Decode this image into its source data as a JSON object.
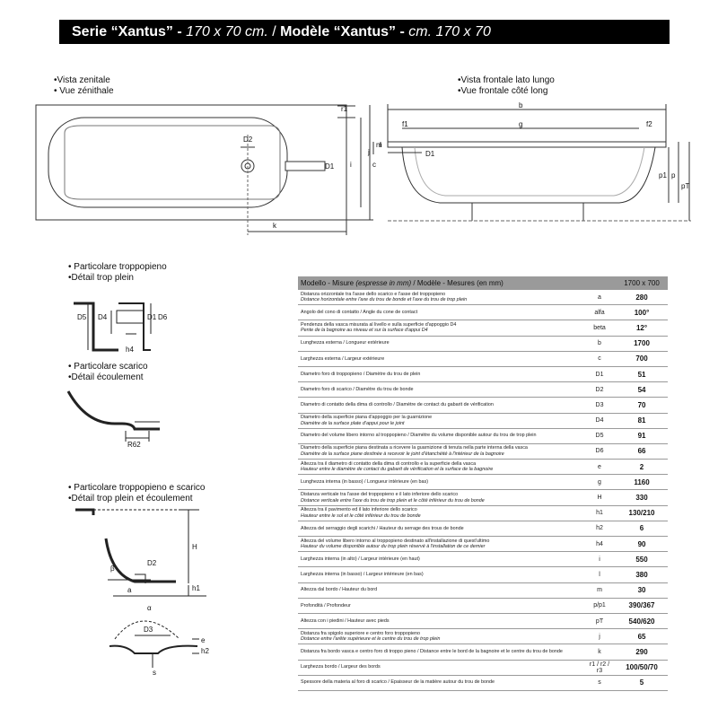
{
  "title": {
    "serie": "Serie “Xantus”",
    "sep1": " - ",
    "dim_it": "170 x 70 cm.",
    "slash": " / ",
    "modele": "Modèle “Xantus”",
    "sep2": " - ",
    "dim_fr": "cm. 170 x 70"
  },
  "views": {
    "top_it": "•Vista zenitale",
    "top_fr": "• Vue zénithale",
    "front_it": "•Vista frontale lato lungo",
    "front_fr": "•Vue frontale côté long"
  },
  "details": {
    "overflow_it": "• Particolare troppopieno",
    "overflow_fr": "•Détail trop plein",
    "drain_it": "• Particolare scarico",
    "drain_fr": "•Détail écoulement",
    "combo_it": "• Particolare troppopieno e scarico",
    "combo_fr": "•Détail trop plein et écoulement"
  },
  "drawing_labels": {
    "r1": "r1",
    "b": "b",
    "g": "g",
    "f1": "f1",
    "f2": "f2",
    "D2": "D2",
    "D1": "D1",
    "i": "i",
    "c": "c",
    "k": "k",
    "m": "m",
    "j": "j",
    "p1": "p1",
    "p": "p",
    "pT": "pT",
    "D5": "D5",
    "D4": "D4",
    "D6": "D6",
    "h4": "h4",
    "R62": "R62",
    "H": "H",
    "h1": "h1",
    "beta": "β",
    "a": "a",
    "alpha": "α",
    "D3": "D3",
    "e": "e",
    "h2": "h2",
    "s": "s"
  },
  "table": {
    "header_it": "Modello - Misure ",
    "header_it_i": "(espresse in mm)",
    "header_fr": " /  Modèle - Mesures (en mm)",
    "header_model": "1700 x 700",
    "rows": [
      {
        "it": "Distanza orizzontale tra l'asse dello scarico e l'asse del troppopieno",
        "fr": "Distance horizontale entre l'axe du trou de bonde et l'axe du trou de trop plein",
        "sym": "a",
        "val": "280"
      },
      {
        "it": "Angolo del cono di contatto / Angle du cone de contact",
        "fr": "",
        "sym": "alfa",
        "val": "100°"
      },
      {
        "it": "Pendenza della vasca misurata al livello e sulla superficie d'appoggio D4",
        "fr": "Pente de la bagnoire au niveau et sur la surface d'appui D4",
        "sym": "beta",
        "val": "12°"
      },
      {
        "it": "Lunghezza esterna / Longueur extérieure",
        "fr": "",
        "sym": "b",
        "val": "1700"
      },
      {
        "it": "Larghezza esterna / Largeur extérieure",
        "fr": "",
        "sym": "c",
        "val": "700"
      },
      {
        "it": "Diametro foro di troppopieno / Diamètre du trou de plein",
        "fr": "",
        "sym": "D1",
        "val": "51"
      },
      {
        "it": "Diametro foro di scarico / Diamètre du trou de bonde",
        "fr": "",
        "sym": "D2",
        "val": "54"
      },
      {
        "it": "Diametro di contatto della dima di controllo / Diamètre de contact du gabarit de vérification",
        "fr": "",
        "sym": "D3",
        "val": "70"
      },
      {
        "it": "Diametro della superficie piana d'appoggio per la guarnizione",
        "fr": "Diamètre de la surface plate d'appui pour le joint",
        "sym": "D4",
        "val": "81"
      },
      {
        "it": "Diametro del volume libero intorno al troppopieno / Diamètre du volume disponible autour du trou de trop plein",
        "fr": "",
        "sym": "D5",
        "val": "91"
      },
      {
        "it": "Diametro della superficie piana destinata a ricevere la guarnizione di tenuta nella parte interna della vasca",
        "fr": "Diamètre de la surface piane destinée à recevoir le joint d'étanchéité à l'intérieur de la bagnoire",
        "sym": "D6",
        "val": "66"
      },
      {
        "it": "Altezza tra il diametro di contatto della dima di controllo e la superficie della vasca",
        "fr": "Hauteur entre le diamètre de contact du gabarit de vérification et la surface de la bagnoire",
        "sym": "e",
        "val": "2"
      },
      {
        "it": "Lunghezza interna (in basso) / Longueur intérieure (en bas)",
        "fr": "",
        "sym": "g",
        "val": "1160"
      },
      {
        "it": "Distanza verticale tra l'asse del troppopieno e il lato inferiore dello scarico",
        "fr": "Distance verticale entre l'axe du trou de trop plein et le côté inférieur du trou de bonde",
        "sym": "H",
        "val": "330"
      },
      {
        "it": "Altezza tra il pavimento ed il lato inferiore dello scarico",
        "fr": "Hauteur entre le sol et le côté inférieur du trou de bonde",
        "sym": "h1",
        "val": "130/210"
      },
      {
        "it": "Altezza del serraggio degli scarichi / Hauteur du serrage des trous de bonde",
        "fr": "",
        "sym": "h2",
        "val": "6"
      },
      {
        "it": "Altezza del volume libero intorno al troppopieno destinato all'installazione di quest'ultimo",
        "fr": "Hauteur du volume disponible autour du trop plein réservé à l'installation de ce dernier",
        "sym": "h4",
        "val": "90"
      },
      {
        "it": "Larghezza interna (in alto) / Largeur intérieure (en haut)",
        "fr": "",
        "sym": "i",
        "val": "550"
      },
      {
        "it": "Larghezza interna (in basso) / Largeur intérieure (en bas)",
        "fr": "",
        "sym": "l",
        "val": "380"
      },
      {
        "it": "Altezza dal bordo / Hauteur du bord",
        "fr": "",
        "sym": "m",
        "val": "30"
      },
      {
        "it": "Profondità / Profondeur",
        "fr": "",
        "sym": "p/p1",
        "val": "390/367"
      },
      {
        "it": "Altezza con i piedini / Hauteur avec pieds",
        "fr": "",
        "sym": "pT",
        "val": "540/620"
      },
      {
        "it": "Distanza fra spigolo superiore e centro foro troppopieno",
        "fr": "Distance entre l'arête supérieure et le centre du trou de trop plein",
        "sym": "j",
        "val": "65"
      },
      {
        "it": "Distanza fra bordo vasca e centro foro di troppo pieno / Distance entre le bord de la bagnoire et le centre du trou de bonde",
        "fr": "",
        "sym": "k",
        "val": "290"
      },
      {
        "it": "Larghezza bordo / Largeur des bords",
        "fr": "",
        "sym": "r1 / r2 / r3",
        "val": "100/50/70"
      },
      {
        "it": "Spessore della materia al foro di scarico / Epaisseur de la matière autour du trou de bonde",
        "fr": "",
        "sym": "s",
        "val": "5"
      }
    ]
  }
}
